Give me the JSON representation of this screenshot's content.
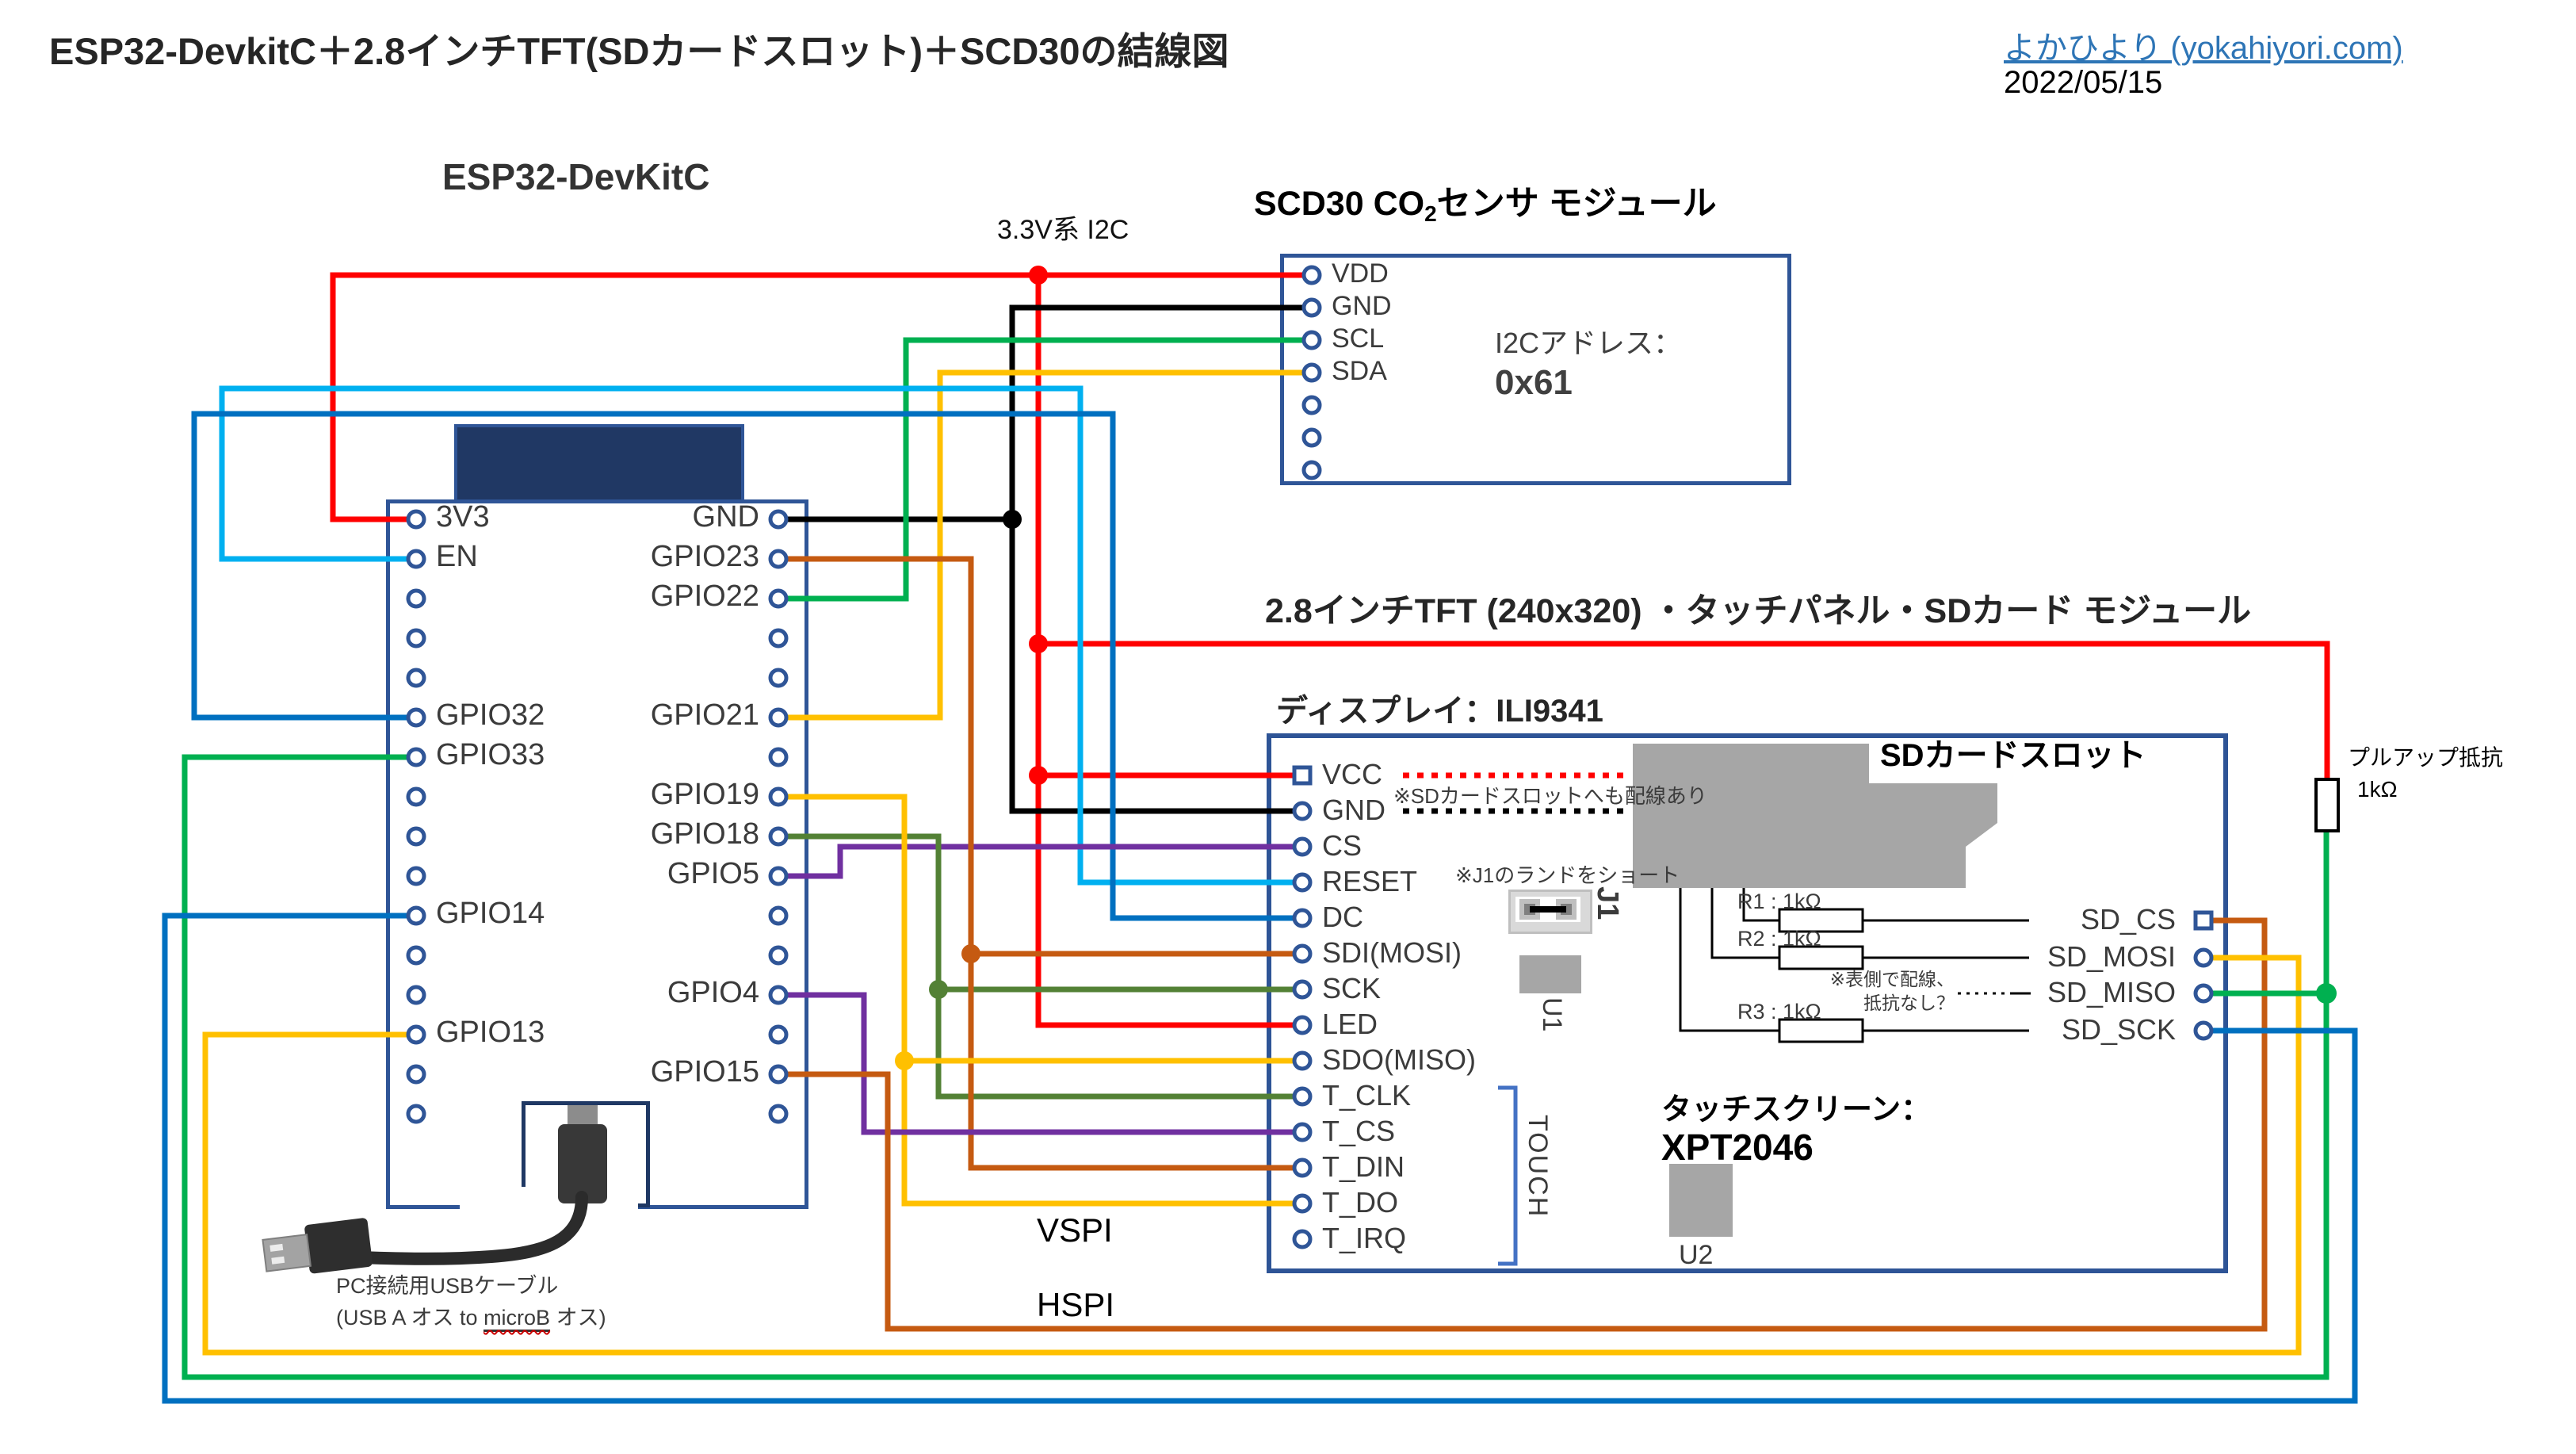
{
  "header": {
    "title": "ESP32-DevkitC＋2.8インチTFT(SDカードスロット)＋SCD30の結線図",
    "link": "よかひより (yokahiyori.com)",
    "date": "2022/05/15"
  },
  "i2c_label": "3.3V系 I2C",
  "esp32": {
    "title": "ESP32-DevKitC",
    "left_pins": [
      {
        "label": "3V3",
        "row": 0
      },
      {
        "label": "EN",
        "row": 1
      },
      {
        "label": "GPIO32",
        "row": 5
      },
      {
        "label": "GPIO33",
        "row": 6
      },
      {
        "label": "GPIO14",
        "row": 10
      },
      {
        "label": "GPIO13",
        "row": 13
      }
    ],
    "right_pins": [
      {
        "label": "GND",
        "row": 0
      },
      {
        "label": "GPIO23",
        "row": 1
      },
      {
        "label": "GPIO22",
        "row": 2
      },
      {
        "label": "GPIO21",
        "row": 5
      },
      {
        "label": "GPIO19",
        "row": 7
      },
      {
        "label": "GPIO18",
        "row": 8
      },
      {
        "label": "GPIO5",
        "row": 9
      },
      {
        "label": "GPIO4",
        "row": 12
      },
      {
        "label": "GPIO15",
        "row": 14
      }
    ]
  },
  "scd30": {
    "title_pre": "SCD30 CO",
    "title_sub": "2",
    "title_post": "センサ モジュール",
    "pins": [
      "VDD",
      "GND",
      "SCL",
      "SDA",
      "",
      "",
      ""
    ],
    "i2c_addr_label": "I2Cアドレス：",
    "i2c_addr": "0x61"
  },
  "tft": {
    "title": "2.8インチTFT (240x320) ・タッチパネル・SDカード モジュール",
    "display_label": "ディスプレイ：ILI9341",
    "pins": [
      "VCC",
      "GND",
      "CS",
      "RESET",
      "DC",
      "SDI(MOSI)",
      "SCK",
      "LED",
      "SDO(MISO)",
      "T_CLK",
      "T_CS",
      "T_DIN",
      "T_DO",
      "T_IRQ"
    ],
    "touch_group": "TOUCH",
    "vcc_note": "※SDカードスロットへも配線あり",
    "j1_note": "※J1のランドをショート",
    "j1": "J1",
    "u1": "U1",
    "u2": "U2",
    "sd_title": "SDカードスロット",
    "sd_rows": [
      {
        "res": "R1 : 1kΩ",
        "label": "SD_CS"
      },
      {
        "res": "R2 : 1kΩ",
        "label": "SD_MOSI"
      },
      {
        "res": "",
        "label": "SD_MISO"
      },
      {
        "res": "R3 : 1kΩ",
        "label": "SD_SCK"
      }
    ],
    "miso_note1": "※表側で配線、",
    "miso_note2": "抵抗なし？",
    "touchscreen_label": "タッチスクリーン：",
    "touchscreen_chip": "XPT2046"
  },
  "pullup": {
    "label": "プルアップ抵抗",
    "value": "1kΩ"
  },
  "spi": {
    "vspi": "VSPI",
    "hspi": "HSPI"
  },
  "usb": {
    "line1": "PC接続用USBケーブル",
    "line2_pre": "(USB A オス to ",
    "line2_mark": "microB",
    "line2_post": " オス)"
  },
  "colors": {
    "red": "#FF0000",
    "black": "#000000",
    "green": "#00B050",
    "yellow": "#FFC000",
    "light_blue": "#00B0F0",
    "blue": "#0070C0",
    "purple": "#7030A0",
    "brown": "#C55A11",
    "olive": "#538135",
    "board_border": "#2F5597",
    "chip_fill": "#203864",
    "component_gray": "#A6A6A6",
    "link_blue": "#2E75B6"
  },
  "connections": [
    {
      "color": "red",
      "from": "3V3",
      "to": [
        "SCD30 VDD",
        "TFT VCC",
        "TFT LED",
        "プルアップ抵抗"
      ]
    },
    {
      "color": "black",
      "from": "GND",
      "to": [
        "SCD30 GND",
        "TFT GND"
      ]
    },
    {
      "color": "green",
      "from": "GPIO22",
      "to": [
        "SCD30 SCL"
      ]
    },
    {
      "color": "yellow",
      "from": "GPIO21",
      "to": [
        "SCD30 SDA"
      ]
    },
    {
      "color": "light_blue",
      "from": "EN",
      "to": [
        "TFT RESET"
      ]
    },
    {
      "color": "blue",
      "from": "GPIO32",
      "to": [
        "TFT DC"
      ]
    },
    {
      "color": "purple",
      "from": "GPIO5",
      "to": [
        "TFT CS"
      ]
    },
    {
      "color": "brown",
      "from": "GPIO23",
      "to": [
        "TFT SDI(MOSI)",
        "TFT T_DIN"
      ]
    },
    {
      "color": "olive",
      "from": "GPIO18",
      "to": [
        "TFT SCK",
        "TFT T_CLK"
      ]
    },
    {
      "color": "yellow",
      "from": "GPIO19",
      "to": [
        "TFT SDO(MISO)",
        "TFT T_DO"
      ]
    },
    {
      "color": "purple",
      "from": "GPIO4",
      "to": [
        "TFT T_CS"
      ]
    },
    {
      "color": "brown",
      "from": "GPIO15",
      "to": [
        "SD_CS"
      ]
    },
    {
      "color": "yellow",
      "from": "GPIO13",
      "to": [
        "SD_MOSI"
      ]
    },
    {
      "color": "green",
      "from": "GPIO33",
      "to": [
        "SD_MISO",
        "プルアップ抵抗"
      ]
    },
    {
      "color": "blue",
      "from": "GPIO14",
      "to": [
        "SD_SCK"
      ]
    }
  ]
}
